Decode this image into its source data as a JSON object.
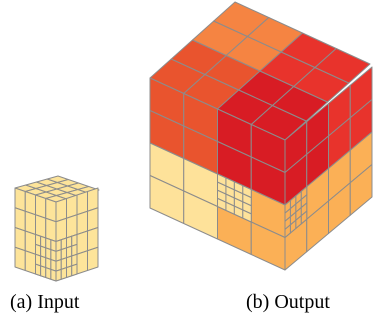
{
  "captions": {
    "input": "(a) Input",
    "output": "(b) Output"
  },
  "colors": {
    "input_face": "#fde49a",
    "grid_line": "#8c8c8c",
    "octant_top_orange": "#f58442",
    "octant_top_red": "#e8332c",
    "octant_top_left_red": "#e9542e",
    "octant_front_red": "#d81c24",
    "octant_bottom_light": "#fee29a",
    "octant_bottom_orange": "#fbb056"
  },
  "subdivision": {
    "input_grid": 4,
    "output_grid": 4
  }
}
